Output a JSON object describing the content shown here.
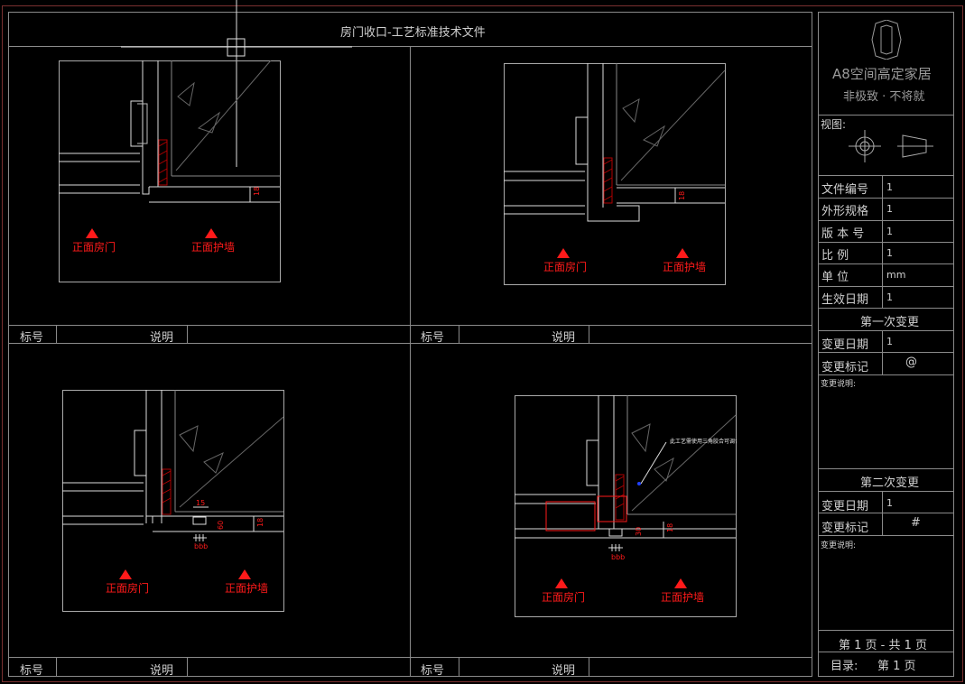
{
  "doc_title": "房门收口-工艺标准技术文件",
  "brand": {
    "name": "A8空间高定家居",
    "slogan": "非极致 · 不将就"
  },
  "view_label": "视图:",
  "fields": [
    {
      "label": "文件编号",
      "value": "1"
    },
    {
      "label": "外形规格",
      "value": "1"
    },
    {
      "label": "版 本 号",
      "value": "1"
    },
    {
      "label": "比    例",
      "value": "1"
    },
    {
      "label": "单    位",
      "value": "mm"
    },
    {
      "label": "生效日期",
      "value": "1"
    }
  ],
  "change1": {
    "title": "第一次变更",
    "date_label": "变更日期",
    "date_value": "1",
    "mark_label": "变更标记",
    "mark_value": "@",
    "note_label": "变更说明:"
  },
  "change2": {
    "title": "第二次变更",
    "date_label": "变更日期",
    "date_value": "1",
    "mark_label": "变更标记",
    "mark_value": "#",
    "note_label": "变更说明:"
  },
  "footer": {
    "page": "第 1 页 - 共 1 页",
    "toc_label": "目录:",
    "toc_value": "第    1    页"
  },
  "panel_bar": {
    "mark": "标号",
    "desc": "说明"
  },
  "panels": [
    {
      "left_label": "正面房门",
      "right_label": "正面护墙",
      "dims": [
        "18"
      ]
    },
    {
      "left_label": "正面房门",
      "right_label": "正面护墙",
      "dims": [
        "18"
      ]
    },
    {
      "left_label": "正面房门",
      "right_label": "正面护墙",
      "dims": [
        "15",
        "60",
        "18",
        "bbb"
      ]
    },
    {
      "left_label": "正面房门",
      "right_label": "正面护墙",
      "dims": [
        "30",
        "18",
        "bbb"
      ],
      "note": "此工艺需使用三角胶合可调合页及平板合页"
    }
  ],
  "colors": {
    "frame": "#8a8a8a",
    "accent": "#ff1a1a",
    "text": "#cfcfcf",
    "hatch": "#b00000"
  }
}
